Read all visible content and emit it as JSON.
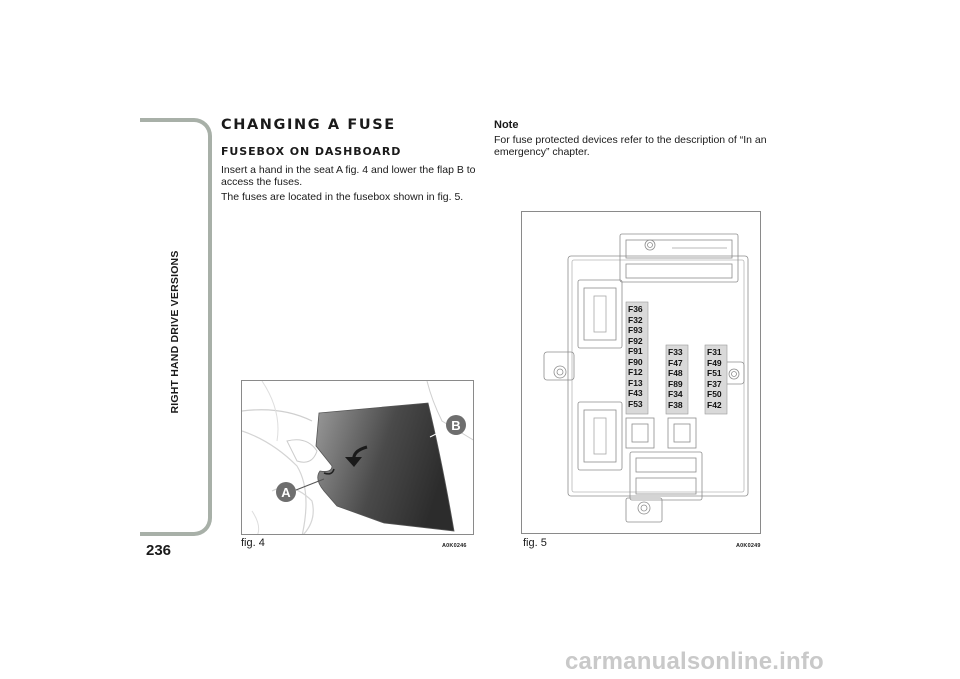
{
  "sidebar": {
    "label": "RIGHT HAND DRIVE VERSIONS",
    "page_number": "236"
  },
  "section": {
    "title": "CHANGING A FUSE",
    "subtitle": "FUSEBOX ON DASHBOARD",
    "para1": "Insert a hand in the seat A fig. 4 and lower the flap B to access the fuses.",
    "para2": "The fuses are located in the fusebox shown in fig. 5."
  },
  "note": {
    "title": "Note",
    "body": "For fuse protected devices refer to the description of “In an emergency” chapter."
  },
  "fig4": {
    "caption": "fig. 4",
    "code": "A0K0246",
    "label_a": "A",
    "label_b": "B"
  },
  "fig5": {
    "caption": "fig. 5",
    "code": "A0K0249",
    "fuse_col1": [
      "F36",
      "F32",
      "F93",
      "F92",
      "F91",
      "F90",
      "F12",
      "F13",
      "F43",
      "F53"
    ],
    "fuse_col2": [
      "F33",
      "F47",
      "F48",
      "F89",
      "F34",
      "F38"
    ],
    "fuse_col3": [
      "F31",
      "F49",
      "F51",
      "F37",
      "F50",
      "F42"
    ]
  },
  "watermark": "carmanualsonline.info",
  "colors": {
    "tab_border": "#a8b0a8",
    "badge": "#6e6e6e",
    "fuse_strip": "#d9d9d9"
  }
}
